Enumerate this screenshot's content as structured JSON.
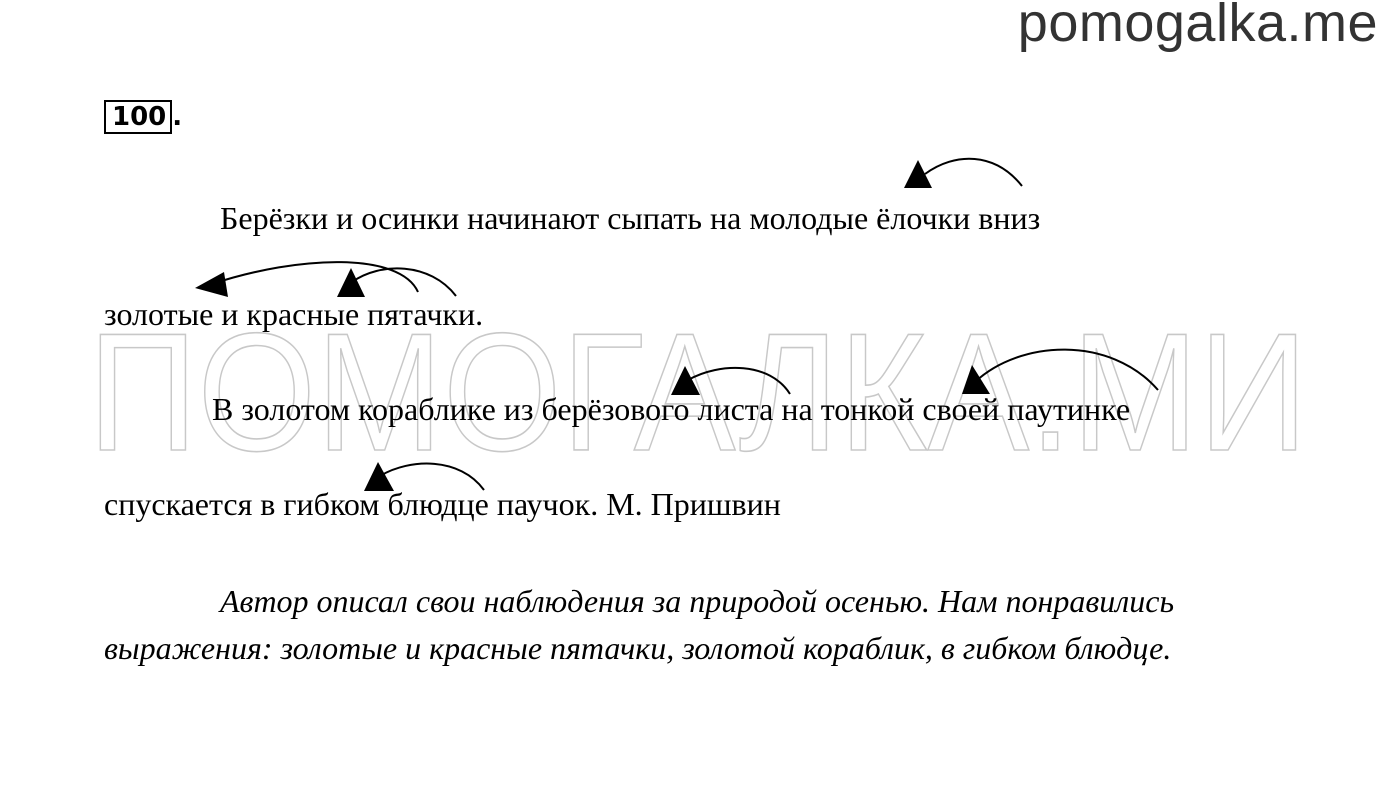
{
  "site": {
    "name": "pomogalka.me"
  },
  "watermark": {
    "text": "ПОМОГАЛКА.МИ"
  },
  "task": {
    "number": "100",
    "suffix": "."
  },
  "text": {
    "line1": "Берёзки и осинки начинают сыпать на молодые ёлочки вниз",
    "line2": "золотые и красные пятачки.",
    "line3": "В золотом кораблике из берёзового листа на тонкой своей паутинке",
    "line4": "спускается в гибком блюдце паучок. М. Пришвин"
  },
  "answer": {
    "text": "Автор описал свои наблюдения за природой осенью. Нам понравились выражения: золотые и красные пятачки, золотой кораблик, в гибком блюдце."
  },
  "colors": {
    "text": "#000000",
    "site": "#333333",
    "watermark": "#c8c8c8"
  }
}
